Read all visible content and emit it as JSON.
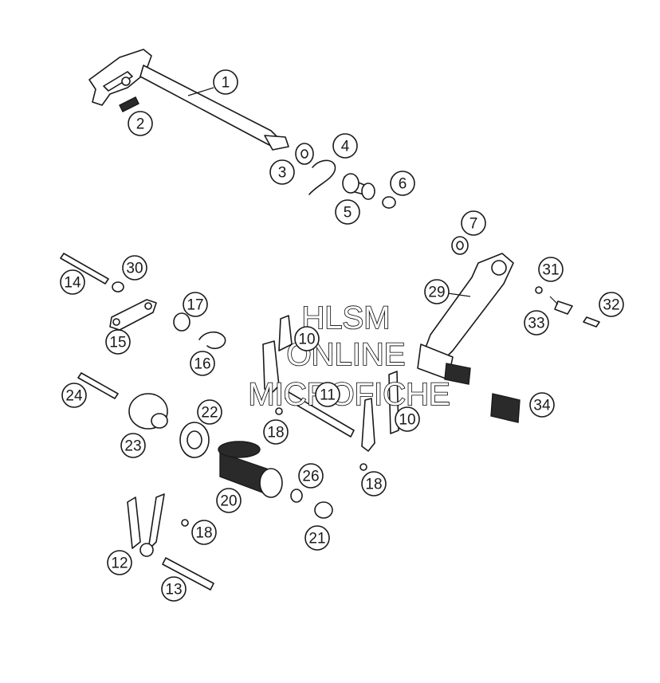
{
  "callouts": [
    "1",
    "2",
    "3",
    "4",
    "5",
    "6",
    "7",
    "10",
    "11",
    "10",
    "12",
    "13",
    "14",
    "15",
    "16",
    "17",
    "18",
    "18",
    "18",
    "20",
    "21",
    "22",
    "23",
    "24",
    "26",
    "29",
    "30",
    "31",
    "32",
    "33",
    "34"
  ],
  "watermark": {
    "line1": "HLSM",
    "line2": "ONLINE",
    "line3": "MICROFICHE"
  }
}
